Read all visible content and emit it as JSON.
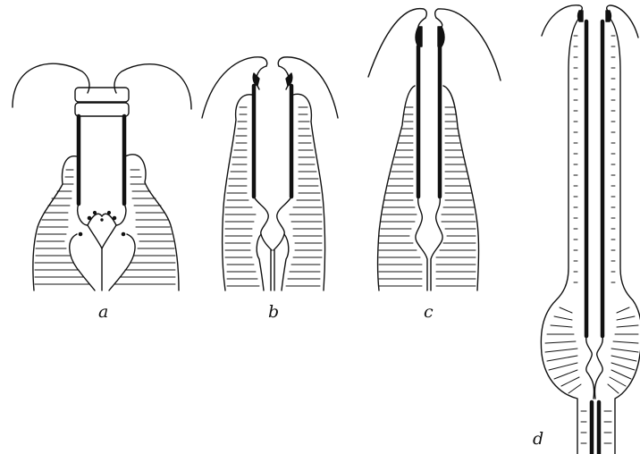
{
  "figure": {
    "panel_labels": [
      "a",
      "b",
      "c",
      "d"
    ]
  }
}
